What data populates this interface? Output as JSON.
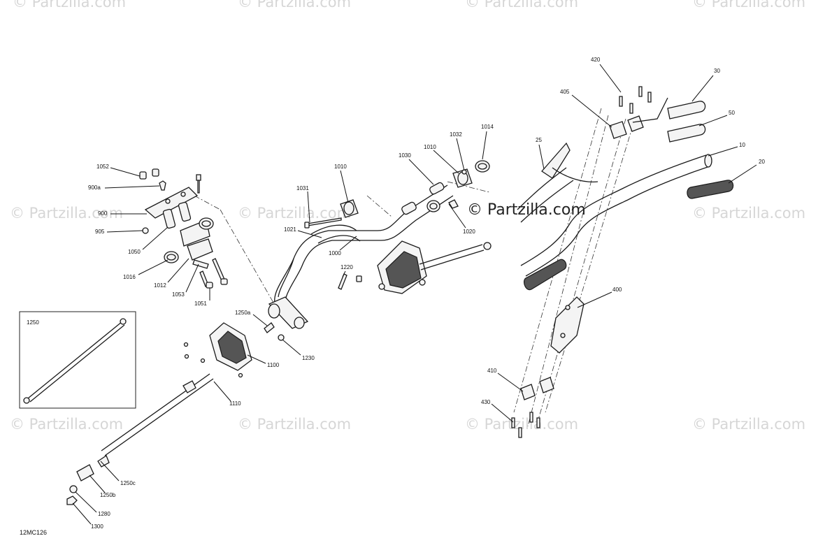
{
  "diagram": {
    "reference_code": "12MC126",
    "watermark_text": "© Partzilla.com",
    "callouts": [
      {
        "id": "c-420",
        "label": "420"
      },
      {
        "id": "c-30",
        "label": "30"
      },
      {
        "id": "c-405",
        "label": "405"
      },
      {
        "id": "c-50",
        "label": "50"
      },
      {
        "id": "c-25",
        "label": "25"
      },
      {
        "id": "c-10",
        "label": "10"
      },
      {
        "id": "c-20",
        "label": "20"
      },
      {
        "id": "c-1014",
        "label": "1014"
      },
      {
        "id": "c-1032",
        "label": "1032"
      },
      {
        "id": "c-1010b",
        "label": "1010"
      },
      {
        "id": "c-1030",
        "label": "1030"
      },
      {
        "id": "c-1010a",
        "label": "1010"
      },
      {
        "id": "c-1031",
        "label": "1031"
      },
      {
        "id": "c-1021",
        "label": "1021"
      },
      {
        "id": "c-1020",
        "label": "1020"
      },
      {
        "id": "c-1000",
        "label": "1000"
      },
      {
        "id": "c-1052",
        "label": "1052"
      },
      {
        "id": "c-900a",
        "label": "900a"
      },
      {
        "id": "c-900",
        "label": "900"
      },
      {
        "id": "c-905",
        "label": "905"
      },
      {
        "id": "c-1050",
        "label": "1050"
      },
      {
        "id": "c-1016",
        "label": "1016"
      },
      {
        "id": "c-1012",
        "label": "1012"
      },
      {
        "id": "c-1053",
        "label": "1053"
      },
      {
        "id": "c-1051",
        "label": "1051"
      },
      {
        "id": "c-1220",
        "label": "1220"
      },
      {
        "id": "c-1250a",
        "label": "1250a"
      },
      {
        "id": "c-1230",
        "label": "1230"
      },
      {
        "id": "c-1100",
        "label": "1100"
      },
      {
        "id": "c-1110",
        "label": "1110"
      },
      {
        "id": "c-1250",
        "label": "1250"
      },
      {
        "id": "c-400",
        "label": "400"
      },
      {
        "id": "c-410",
        "label": "410"
      },
      {
        "id": "c-430",
        "label": "430"
      },
      {
        "id": "c-1250c",
        "label": "1250c"
      },
      {
        "id": "c-1250b",
        "label": "1250b"
      },
      {
        "id": "c-1280",
        "label": "1280"
      },
      {
        "id": "c-1300",
        "label": "1300"
      }
    ]
  }
}
